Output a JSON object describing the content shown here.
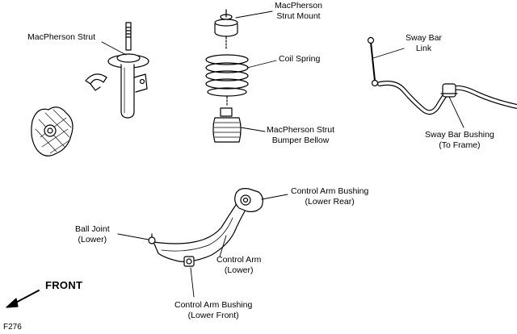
{
  "labels": {
    "macpherson_strut": "MacPherson Strut",
    "strut_mount": [
      "MacPherson",
      "Strut Mount"
    ],
    "coil_spring": "Coil Spring",
    "bumper_bellow": [
      "MacPherson Strut",
      "Bumper Bellow"
    ],
    "sway_bar_link": [
      "Sway Bar",
      "Link"
    ],
    "sway_bar_bushing": [
      "Sway Bar Bushing",
      "(To Frame)"
    ],
    "control_arm_bushing_rear": [
      "Control Arm Bushing",
      "(Lower Rear)"
    ],
    "ball_joint": [
      "Ball Joint",
      "(Lower)"
    ],
    "control_arm": [
      "Control Arm",
      "(Lower)"
    ],
    "control_arm_bushing_front": [
      "Control Arm Bushing",
      "(Lower Front)"
    ]
  },
  "front": "FRONT",
  "figure_code": "F276"
}
